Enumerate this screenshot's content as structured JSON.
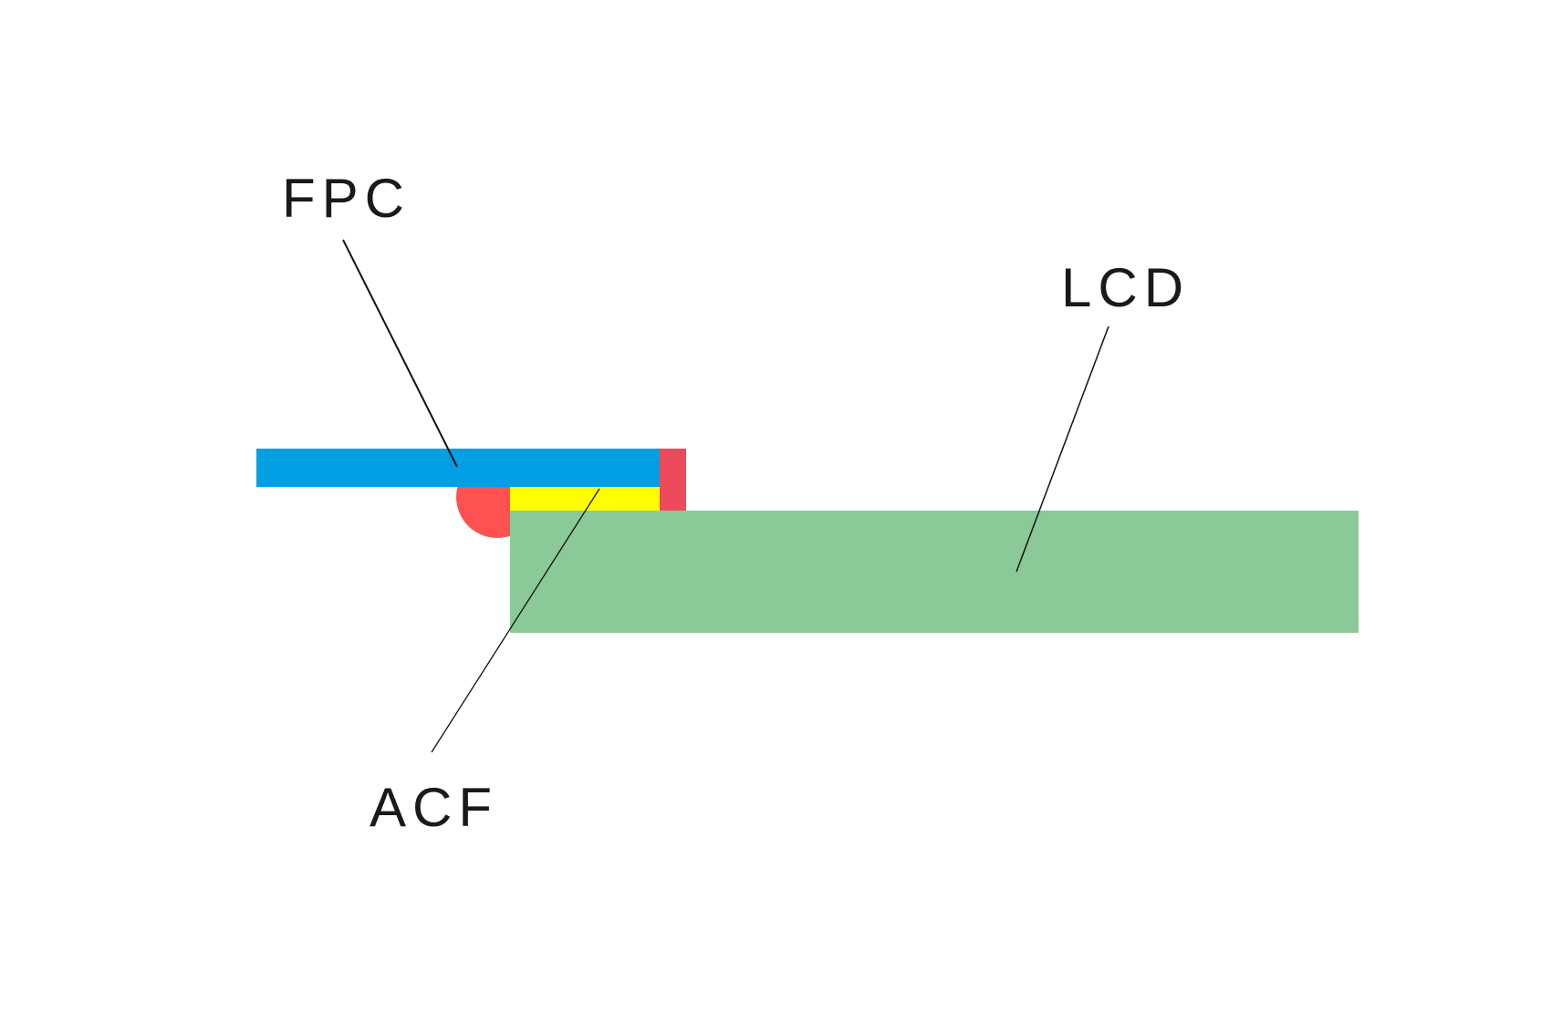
{
  "labels": {
    "fpc": "FPC",
    "lcd": "LCD",
    "acf": "ACF"
  },
  "colors": {
    "fpc": "#039fe5",
    "acf": "#fffd00",
    "lcd": "#8bc998",
    "sealant_side": "#ec4b5b",
    "sealant_fillet": "#fe5151",
    "leader": "#111111"
  }
}
